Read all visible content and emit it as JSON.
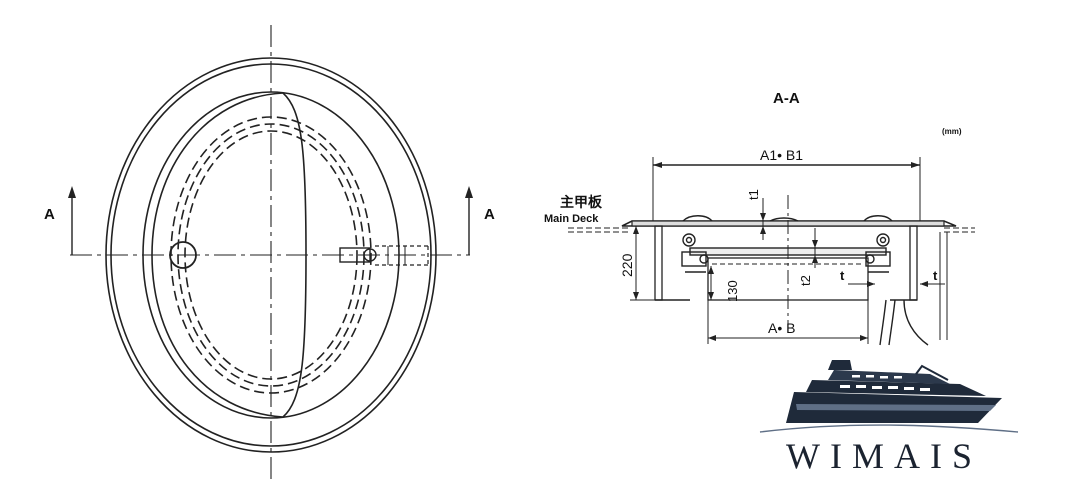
{
  "plan_view": {
    "section_mark_left": "A",
    "section_mark_right": "A"
  },
  "section_view": {
    "title": "A-A",
    "unit": "(mm)",
    "deck_label_cn": "主甲板",
    "deck_label_en": "Main Deck",
    "dim_overall": "A1• B1",
    "dim_inner": "A• B",
    "dim_height_220": "220",
    "dim_height_130": "130",
    "dim_t1": "t1",
    "dim_t2": "t2",
    "dim_t_a": "t",
    "dim_t_b": "t"
  },
  "logo": {
    "text": "WIMAIS",
    "colors": {
      "hull": "#1f2a3a",
      "hull_light": "#5f6f86",
      "window": "#ffffff"
    }
  }
}
